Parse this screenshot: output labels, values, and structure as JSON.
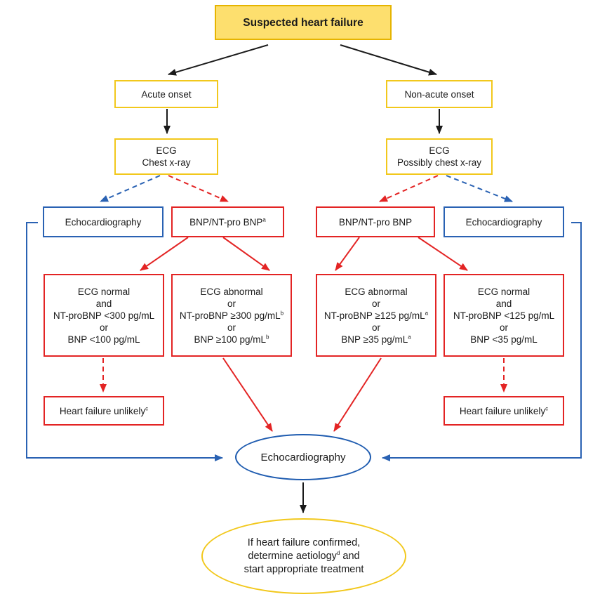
{
  "diagram": {
    "start": "Suspected heart failure",
    "acute": {
      "onset": "Acute onset",
      "tests": [
        "ECG",
        "Chest x-ray"
      ],
      "echo": "Echocardiography",
      "bnp": {
        "text": "BNP/NT-pro BNP",
        "sup": "a"
      },
      "normal": {
        "lines": [
          {
            "text": "ECG normal"
          },
          {
            "text": "and"
          },
          {
            "text": "NT-proBNP <300 pg/mL"
          },
          {
            "text": "or"
          },
          {
            "text": "BNP <100 pg/mL"
          }
        ]
      },
      "abnormal": {
        "lines": [
          {
            "text": "ECG abnormal"
          },
          {
            "text": "or"
          },
          {
            "text": "NT-proBNP ≥300 pg/mL",
            "sup": "b"
          },
          {
            "text": "or"
          },
          {
            "text": "BNP ≥100 pg/mL",
            "sup": "b"
          }
        ]
      },
      "unlikely": {
        "text": "Heart failure unlikely",
        "sup": "c"
      }
    },
    "nonacute": {
      "onset": "Non-acute onset",
      "tests": [
        "ECG",
        "Possibly chest x-ray"
      ],
      "echo": "Echocardiography",
      "bnp": {
        "text": "BNP/NT-pro BNP",
        "sup": ""
      },
      "abnormal": {
        "lines": [
          {
            "text": "ECG abnormal"
          },
          {
            "text": "or"
          },
          {
            "text": "NT-proBNP ≥125 pg/mL",
            "sup": "a"
          },
          {
            "text": "or"
          },
          {
            "text": "BNP ≥35 pg/mL",
            "sup": "a"
          }
        ]
      },
      "normal": {
        "lines": [
          {
            "text": "ECG normal"
          },
          {
            "text": "and"
          },
          {
            "text": "NT-proBNP <125 pg/mL"
          },
          {
            "text": "or"
          },
          {
            "text": "BNP <35 pg/mL"
          }
        ]
      },
      "unlikely": {
        "text": "Heart failure unlikely",
        "sup": "c"
      }
    },
    "echo_center": "Echocardiography",
    "final": {
      "line1": "If heart failure confirmed,",
      "line2": "determine aetiology",
      "line2_sup": "d",
      "line2_tail": " and",
      "line3": "start appropriate treatment"
    },
    "colors": {
      "black": "#1a1a1a",
      "red": "#e32424",
      "blue": "#2a62b3",
      "yellow": "#f2c81c",
      "yellow_fill": "#fddf6e"
    }
  }
}
